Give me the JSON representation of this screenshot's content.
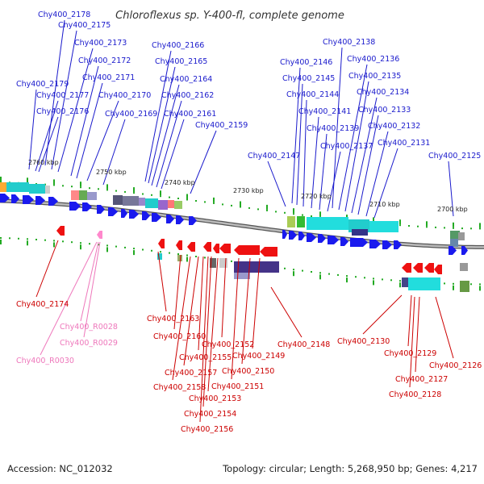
{
  "title": "Chloroflexus sp. Y-400-fl, complete genome",
  "footer": {
    "accession": "Accession: NC_012032",
    "summary": "Topology: circular; Length: 5,268,950 bp; Genes: 4,217"
  },
  "colors": {
    "forward_label": "#1a1acc",
    "reverse_label": "#cc0000",
    "rna_label": "#ee77bb",
    "forward_gene": "#1a1aee",
    "reverse_gene": "#ee1111",
    "rna_gene": "#ff88cc",
    "backbone": "#888888",
    "tick": "#22aa22"
  },
  "kbp_ticks": [
    "2760 kbp",
    "2750 kbp",
    "2740 kbp",
    "2730 kbp",
    "2720 kbp",
    "2710 kbp",
    "2700 kbp"
  ],
  "forward_labels": [
    "Chy400_2178",
    "Chy400_2175",
    "Chy400_2173",
    "Chy400_2166",
    "Chy400_2172",
    "Chy400_2165",
    "Chy400_2179",
    "Chy400_2171",
    "Chy400_2164",
    "Chy400_2177",
    "Chy400_2170",
    "Chy400_2162",
    "Chy400_2176",
    "Chy400_2169",
    "Chy400_2161",
    "Chy400_2159",
    "Chy400_2138",
    "Chy400_2146",
    "Chy400_2136",
    "Chy400_2145",
    "Chy400_2135",
    "Chy400_2144",
    "Chy400_2134",
    "Chy400_2141",
    "Chy400_2133",
    "Chy400_2139",
    "Chy400_2132",
    "Chy400_2137",
    "Chy400_2131",
    "Chy400_2147",
    "Chy400_2125"
  ],
  "reverse_labels": [
    "Chy400_2174",
    "Chy400_2163",
    "Chy400_2160",
    "Chy400_2155",
    "Chy400_2157",
    "Chy400_2158",
    "Chy400_2152",
    "Chy400_2149",
    "Chy400_2150",
    "Chy400_2151",
    "Chy400_2153",
    "Chy400_2154",
    "Chy400_2156",
    "Chy400_2148",
    "Chy400_2130",
    "Chy400_2129",
    "Chy400_2127",
    "Chy400_2128",
    "Chy400_2126"
  ],
  "rna_labels": [
    "Chy400_R0028",
    "Chy400_R0029",
    "Chy400_R0030"
  ]
}
